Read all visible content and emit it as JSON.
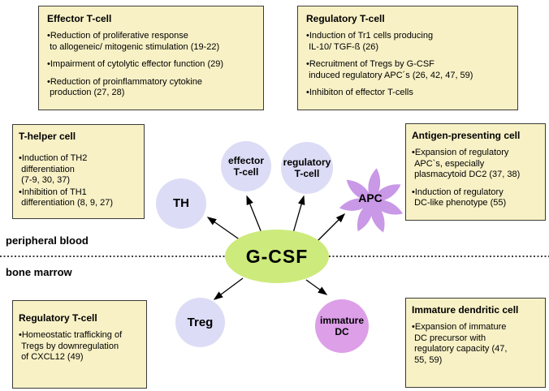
{
  "labels": {
    "peripheral_blood": "peripheral blood",
    "bone_marrow": "bone marrow"
  },
  "center": {
    "label": "G-CSF"
  },
  "nodes": {
    "th": {
      "label": "TH"
    },
    "effector_tcell": {
      "label": "effector\nT-cell"
    },
    "regulatory_tcell": {
      "label": "regulatory\nT-cell"
    },
    "apc": {
      "label": "APC"
    },
    "treg": {
      "label": "Treg"
    },
    "immature_dc": {
      "label": "immature\nDC"
    }
  },
  "boxes": {
    "effector_tcell": {
      "title": "Effector T-cell",
      "bullets": [
        "•Reduction of proliferative response\n to allogeneic/ mitogenic stimulation (19-22)",
        "•Impairment of cytolytic effector function (29)",
        "•Reduction of proinflammatory cytokine\n production (27, 28)"
      ]
    },
    "regulatory_tcell_top": {
      "title": "Regulatory T-cell",
      "bullets": [
        "•Induction of Tr1 cells producing\n IL-10/ TGF-ß (26)",
        "•Recruitment of Tregs by G-CSF\n induced regulatory APC´s (26, 42, 47, 59)",
        "•Inhibiton of effector T-cells"
      ]
    },
    "t_helper": {
      "title": "T-helper cell",
      "bullets": [
        "•Induction of TH2\n differentiation\n (7-9, 30, 37)",
        "•Inhibition of TH1\n differentiation (8, 9, 27)"
      ]
    },
    "antigen_presenting": {
      "title": "Antigen-presenting cell",
      "bullets": [
        "•Expansion of regulatory\n APC`s, especially\n plasmacytoid DC2 (37, 38)",
        "•Induction of regulatory\n DC-like phenotype (55)"
      ]
    },
    "regulatory_tcell_bottom": {
      "title": "Regulatory T-cell",
      "bullets": [
        "•Homeostatic trafficking of\n Tregs by downregulation\n of CXCL12 (49)"
      ]
    },
    "immature_dendritic": {
      "title": "Immature dendritic cell",
      "bullets": [
        "•Expansion of immature\n DC precursor with\n regulatory capacity (47,\n 55, 59)"
      ]
    }
  },
  "colors": {
    "box_fill": "#f8f1c6",
    "box_border": "#3a3a3a",
    "lymphocyte_fill": "#dcdcf6",
    "immature_dc_fill": "#dd9fe8",
    "apc_fill": "#c998e6",
    "gcsf_fill": "#cdea7c",
    "arrow": "#000000"
  }
}
